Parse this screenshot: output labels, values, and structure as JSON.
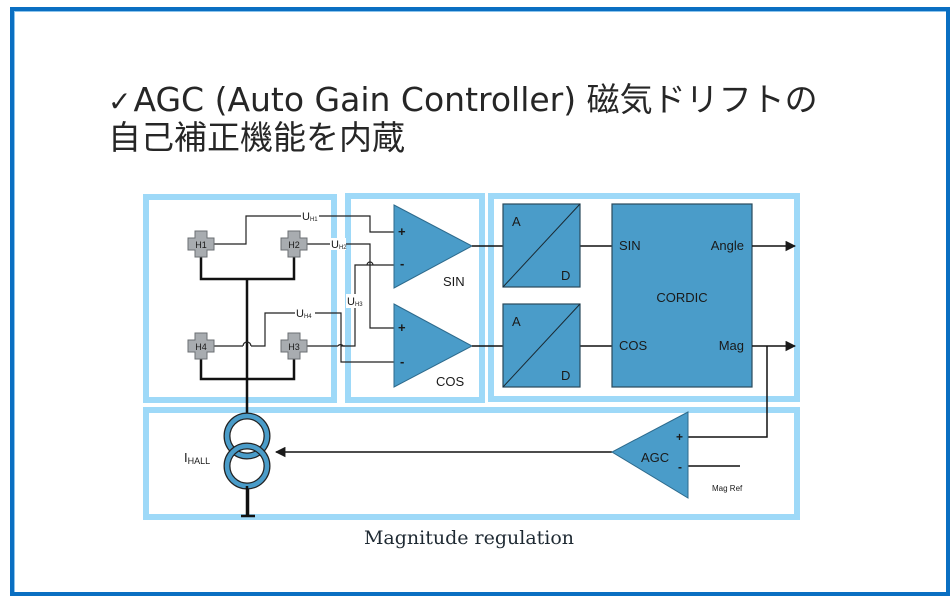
{
  "slide": {
    "title_check_glyph": "✓",
    "title_line1": "AGC (Auto Gain Controller) 磁気ドリフトの",
    "title_line2": "自己補正機能を内蔵",
    "frame_color": "#0a6fc2"
  },
  "diagram": {
    "colors": {
      "block_fill": "#4a9cc9",
      "group_border": "#9ed9f8",
      "sensor_fill": "#a8acb0",
      "wire": "#1a1a1a"
    },
    "sensors": [
      {
        "id": "H1",
        "label": "H1"
      },
      {
        "id": "H2",
        "label": "H2"
      },
      {
        "id": "H3",
        "label": "H3"
      },
      {
        "id": "H4",
        "label": "H4"
      }
    ],
    "signals": {
      "uh1": {
        "main": "U",
        "sub": "H1"
      },
      "uh2": {
        "main": "U",
        "sub": "H2"
      },
      "uh3": {
        "main": "U",
        "sub": "H3"
      },
      "uh4": {
        "main": "U",
        "sub": "H4"
      }
    },
    "amplifiers": {
      "sin": {
        "label": "SIN",
        "plus": "+",
        "minus": "-"
      },
      "cos": {
        "label": "COS",
        "plus": "+",
        "minus": "-"
      },
      "agc": {
        "label": "AGC",
        "plus": "+",
        "minus": "-"
      }
    },
    "adc": {
      "top_label": "A",
      "bottom_label": "D"
    },
    "cordic": {
      "title": "CORDIC",
      "in_sin": "SIN",
      "in_cos": "COS",
      "out_angle": "Angle",
      "out_mag": "Mag"
    },
    "current_source": {
      "main": "I",
      "sub": "HALL"
    },
    "mag_ref": "Mag Ref",
    "caption": "Magnitude regulation"
  }
}
